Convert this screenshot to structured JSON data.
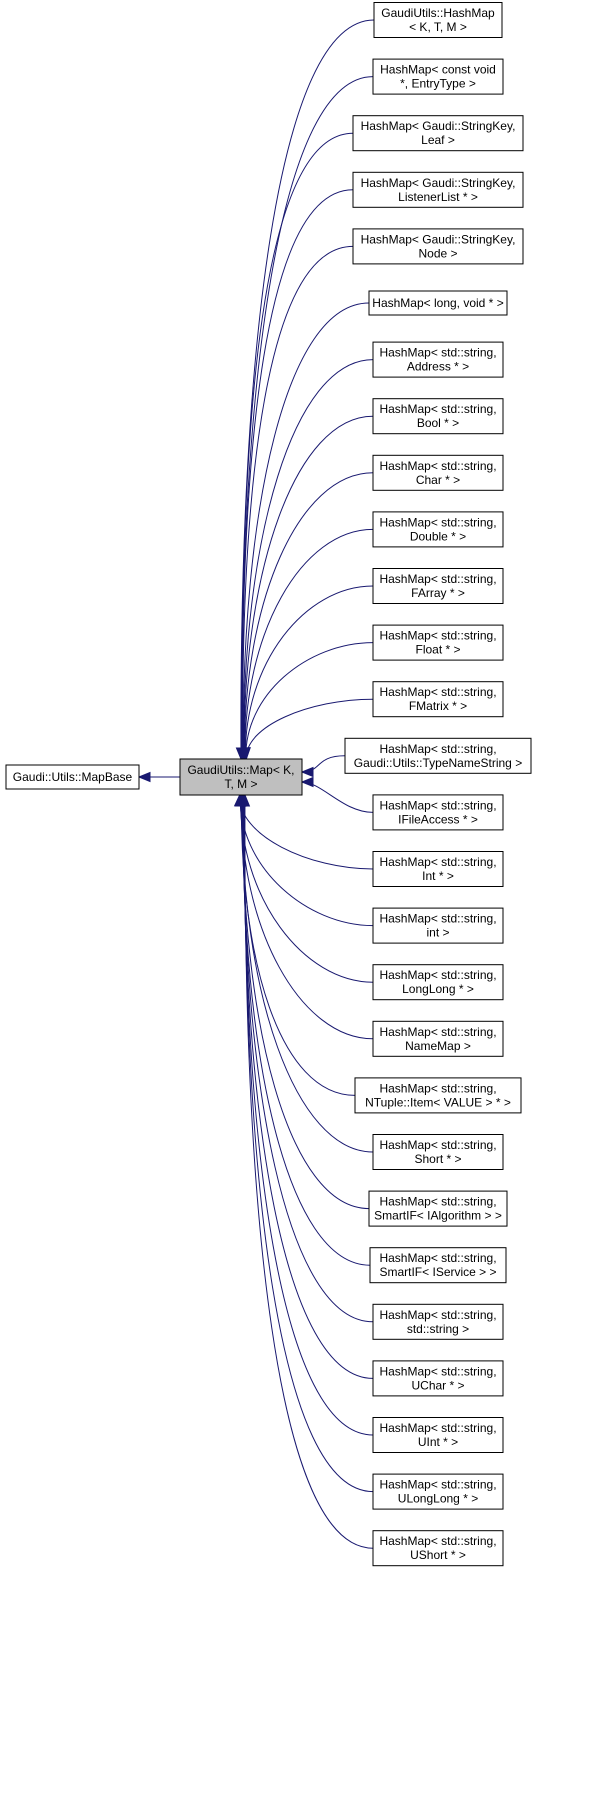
{
  "diagram": {
    "base": {
      "lines": [
        "Gaudi::Utils::MapBase"
      ]
    },
    "center": {
      "lines": [
        "GaudiUtils::Map< K,",
        "T, M >"
      ]
    },
    "derived": [
      {
        "lines": [
          "GaudiUtils::HashMap",
          "< K, T, M >"
        ]
      },
      {
        "lines": [
          "HashMap< const void",
          "*, EntryType >"
        ]
      },
      {
        "lines": [
          "HashMap< Gaudi::StringKey,",
          "Leaf >"
        ]
      },
      {
        "lines": [
          "HashMap< Gaudi::StringKey,",
          "ListenerList * >"
        ]
      },
      {
        "lines": [
          "HashMap< Gaudi::StringKey,",
          "Node >"
        ]
      },
      {
        "lines": [
          "HashMap< long, void * >"
        ]
      },
      {
        "lines": [
          "HashMap< std::string,",
          "Address * >"
        ]
      },
      {
        "lines": [
          "HashMap< std::string,",
          "Bool * >"
        ]
      },
      {
        "lines": [
          "HashMap< std::string,",
          "Char * >"
        ]
      },
      {
        "lines": [
          "HashMap< std::string,",
          "Double * >"
        ]
      },
      {
        "lines": [
          "HashMap< std::string,",
          "FArray * >"
        ]
      },
      {
        "lines": [
          "HashMap< std::string,",
          "Float * >"
        ]
      },
      {
        "lines": [
          "HashMap< std::string,",
          "FMatrix * >"
        ]
      },
      {
        "lines": [
          "HashMap< std::string,",
          "Gaudi::Utils::TypeNameString >"
        ]
      },
      {
        "lines": [
          "HashMap< std::string,",
          "IFileAccess * >"
        ]
      },
      {
        "lines": [
          "HashMap< std::string,",
          "Int * >"
        ]
      },
      {
        "lines": [
          "HashMap< std::string,",
          "int >"
        ]
      },
      {
        "lines": [
          "HashMap< std::string,",
          "LongLong * >"
        ]
      },
      {
        "lines": [
          "HashMap< std::string,",
          "NameMap >"
        ]
      },
      {
        "lines": [
          "HashMap< std::string,",
          "NTuple::Item< VALUE > * >"
        ]
      },
      {
        "lines": [
          "HashMap< std::string,",
          "Short * >"
        ]
      },
      {
        "lines": [
          "HashMap< std::string,",
          "SmartIF< IAlgorithm > >"
        ]
      },
      {
        "lines": [
          "HashMap< std::string,",
          "SmartIF< IService > >"
        ]
      },
      {
        "lines": [
          "HashMap< std::string,",
          "std::string >"
        ]
      },
      {
        "lines": [
          "HashMap< std::string,",
          "UChar * >"
        ]
      },
      {
        "lines": [
          "HashMap< std::string,",
          "UInt * >"
        ]
      },
      {
        "lines": [
          "HashMap< std::string,",
          "ULongLong * >"
        ]
      },
      {
        "lines": [
          "HashMap< std::string,",
          "UShort * >"
        ]
      }
    ],
    "colors": {
      "edge": "#191970",
      "center_fill": "#bfbfbf",
      "node_fill": "#ffffff",
      "node_border": "#000000"
    }
  }
}
